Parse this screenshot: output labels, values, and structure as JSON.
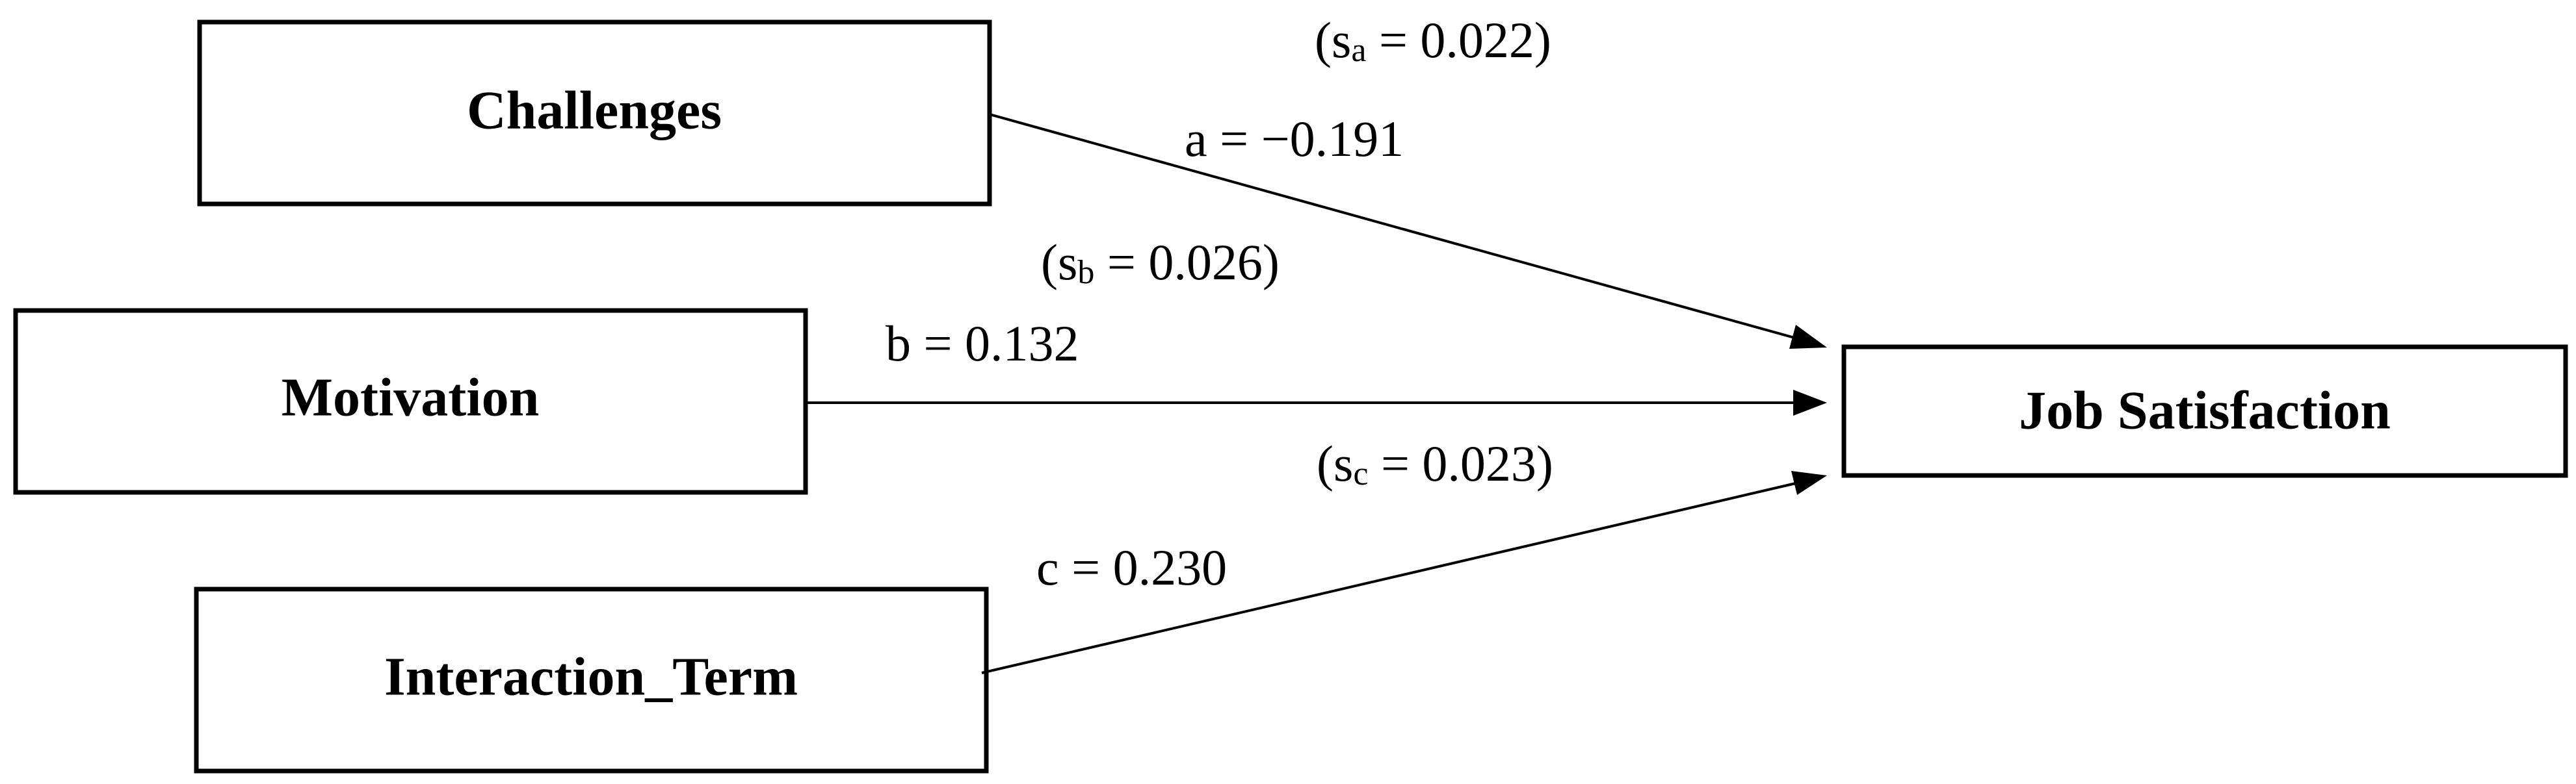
{
  "nodes": {
    "challenges": "Challenges",
    "motivation": "Motivation",
    "interaction": "Interaction_Term",
    "outcome": "Job Satisfaction"
  },
  "paths": {
    "a": {
      "coef": "a = −0.191",
      "se_open": "(s",
      "se_sub": "a",
      "se_value": " = 0.022)"
    },
    "b": {
      "coef": "b = 0.132",
      "se_open": "(s",
      "se_sub": "b",
      "se_value": " = 0.026)"
    },
    "c": {
      "coef": "c = 0.230",
      "se_open": "(s",
      "se_sub": "c",
      "se_value": " = 0.023)"
    }
  }
}
